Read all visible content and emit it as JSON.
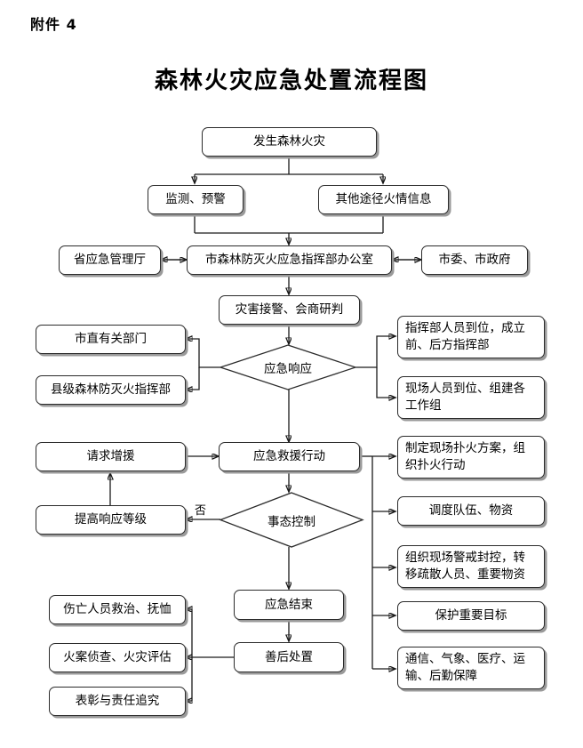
{
  "document": {
    "attachment_label": "附件 4",
    "title": "森林火灾应急处置流程图"
  },
  "colors": {
    "node_border": "#2b2b2b",
    "node_shadow": "#9a9a9a",
    "node_fill": "#ffffff",
    "connector": "#1a1a1a",
    "text": "#000000"
  },
  "flow": {
    "nodes": {
      "start": {
        "label": "发生森林火灾",
        "shape": "rounded-rect"
      },
      "monitor": {
        "label": "监测、预警",
        "shape": "rounded-rect"
      },
      "other_info": {
        "label": "其他途径火情信息",
        "shape": "rounded-rect"
      },
      "prov_dept": {
        "label": "省应急管理厅",
        "shape": "rounded-rect"
      },
      "city_office": {
        "label": "市森林防灭火应急指挥部办公室",
        "shape": "rounded-rect"
      },
      "city_gov": {
        "label": "市委、市政府",
        "shape": "rounded-rect"
      },
      "alarm_review": {
        "label": "灾害接警、会商研判",
        "shape": "rounded-rect"
      },
      "city_related": {
        "label": "市直有关部门",
        "shape": "rounded-rect"
      },
      "county_hq": {
        "label": "县级森林防灭火指挥部",
        "shape": "rounded-rect"
      },
      "emergency_response": {
        "label": "应急响应",
        "shape": "diamond"
      },
      "hq_staff": {
        "label": "指挥部人员到位，成立前、后方指挥部",
        "shape": "rounded-rect"
      },
      "site_staff": {
        "label": "现场人员到位、组建各工作组",
        "shape": "rounded-rect"
      },
      "request_reinforce": {
        "label": "请求增援",
        "shape": "rounded-rect"
      },
      "rescue_action": {
        "label": "应急救援行动",
        "shape": "rounded-rect"
      },
      "raise_level": {
        "label": "提高响应等级",
        "shape": "rounded-rect"
      },
      "situation_control": {
        "label": "事态控制",
        "shape": "diamond"
      },
      "fire_plan": {
        "label": "制定现场扑火方案，组织扑火行动",
        "shape": "rounded-rect"
      },
      "dispatch": {
        "label": "调度队伍、物资",
        "shape": "rounded-rect"
      },
      "site_guard": {
        "label": "组织现场警戒封控，转移疏散人员、重要物资",
        "shape": "rounded-rect"
      },
      "protect_target": {
        "label": "保护重要目标",
        "shape": "rounded-rect"
      },
      "support": {
        "label": "通信、气象、医疗、运输、后勤保障",
        "shape": "rounded-rect"
      },
      "emergency_end": {
        "label": "应急结束",
        "shape": "rounded-rect"
      },
      "aftermath": {
        "label": "善后处置",
        "shape": "rounded-rect"
      },
      "casualty_care": {
        "label": "伤亡人员救治、抚恤",
        "shape": "rounded-rect"
      },
      "fire_investigation": {
        "label": "火案侦查、火灾评估",
        "shape": "rounded-rect"
      },
      "commend_accountability": {
        "label": "表彰与责任追究",
        "shape": "rounded-rect"
      }
    },
    "edge_labels": {
      "no_branch": "否"
    }
  }
}
